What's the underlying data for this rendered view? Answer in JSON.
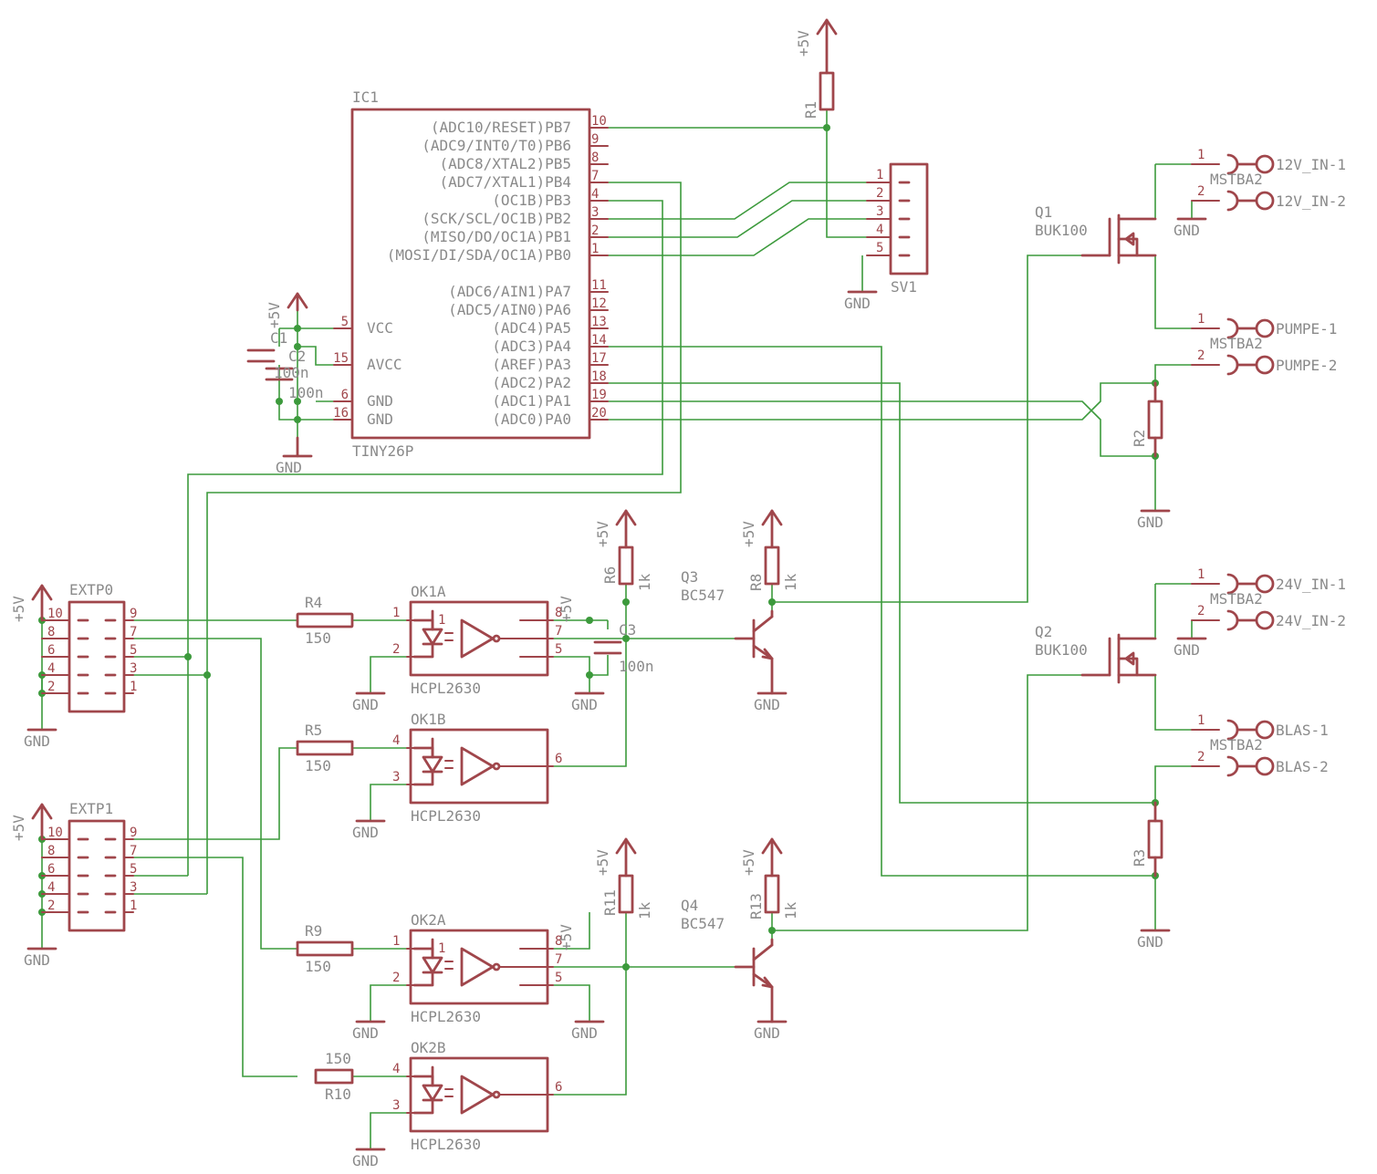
{
  "ic1": {
    "name": "IC1",
    "value": "TINY26P",
    "right_pins": [
      {
        "label": "(ADC10/RESET)PB7",
        "num": "10"
      },
      {
        "label": "(ADC9/INT0/T0)PB6",
        "num": "9"
      },
      {
        "label": "(ADC8/XTAL2)PB5",
        "num": "8"
      },
      {
        "label": "(ADC7/XTAL1)PB4",
        "num": "7"
      },
      {
        "label": "(OC1B)PB3",
        "num": "4"
      },
      {
        "label": "(SCK/SCL/OC1B)PB2",
        "num": "3"
      },
      {
        "label": "(MISO/DO/OC1A)PB1",
        "num": "2"
      },
      {
        "label": "(MOSI/DI/SDA/OC1A)PB0",
        "num": "1"
      },
      {
        "label": "(ADC6/AIN1)PA7",
        "num": "11"
      },
      {
        "label": "(ADC5/AIN0)PA6",
        "num": "12"
      },
      {
        "label": "(ADC4)PA5",
        "num": "13"
      },
      {
        "label": "(ADC3)PA4",
        "num": "14"
      },
      {
        "label": "(AREF)PA3",
        "num": "17"
      },
      {
        "label": "(ADC2)PA2",
        "num": "18"
      },
      {
        "label": "(ADC1)PA1",
        "num": "19"
      },
      {
        "label": "(ADC0)PA0",
        "num": "20"
      }
    ],
    "left_pins": [
      {
        "label": "VCC",
        "num": "5"
      },
      {
        "label": "AVCC",
        "num": "15"
      },
      {
        "label": "GND",
        "num": "6"
      },
      {
        "label": "GND",
        "num": "16"
      }
    ]
  },
  "power": {
    "vcc": "+5V",
    "gnd": "GND"
  },
  "passives": {
    "r1": "R1",
    "r2": "R2",
    "r3": "R3",
    "r4": "R4",
    "r4_val": "150",
    "r5": "R5",
    "r5_val": "150",
    "r6": "R6",
    "r6_val": "1k",
    "r8": "R8",
    "r8_val": "1k",
    "r9": "R9",
    "r9_val": "150",
    "r10": "R10",
    "r10_val": "150",
    "r11": "R11",
    "r11_val": "1k",
    "r13": "R13",
    "r13_val": "1k",
    "c1": "C1",
    "c1_val": "100n",
    "c2": "C2",
    "c2_val": "100n",
    "c3": "C3",
    "c3_val": "100n"
  },
  "sv1": {
    "name": "SV1",
    "pins": [
      "1",
      "2",
      "3",
      "4",
      "5"
    ]
  },
  "transistors": {
    "q1": "Q1",
    "q1_val": "BUK100",
    "q2": "Q2",
    "q2_val": "BUK100",
    "q3": "Q3",
    "q3_val": "BC547",
    "q4": "Q4",
    "q4_val": "BC547"
  },
  "connectors": {
    "mstba": "MSTBA2",
    "in12_1": "12V_IN-1",
    "in12_2": "12V_IN-2",
    "pumpe1": "PUMPE-1",
    "pumpe2": "PUMPE-2",
    "in24_1": "24V_IN-1",
    "in24_2": "24V_IN-2",
    "blas1": "BLAS-1",
    "blas2": "BLAS-2",
    "pin1": "1",
    "pin2": "2"
  },
  "headers": {
    "extp0": "EXTP0",
    "extp1": "EXTP1",
    "left": [
      "10",
      "8",
      "6",
      "4",
      "2"
    ],
    "right": [
      "9",
      "7",
      "5",
      "3",
      "1"
    ]
  },
  "opto": {
    "ok1a": "OK1A",
    "ok1b": "OK1B",
    "ok2a": "OK2A",
    "ok2b": "OK2B",
    "value": "HCPL2630",
    "pin_a_in": "1",
    "pin_a_gnd": "2",
    "pin_a_vcc": "8",
    "pin_a_out": "7",
    "pin_a_gnd2": "5",
    "pin_b_in": "4",
    "pin_b_gnd": "3",
    "pin_b_out": "6"
  }
}
